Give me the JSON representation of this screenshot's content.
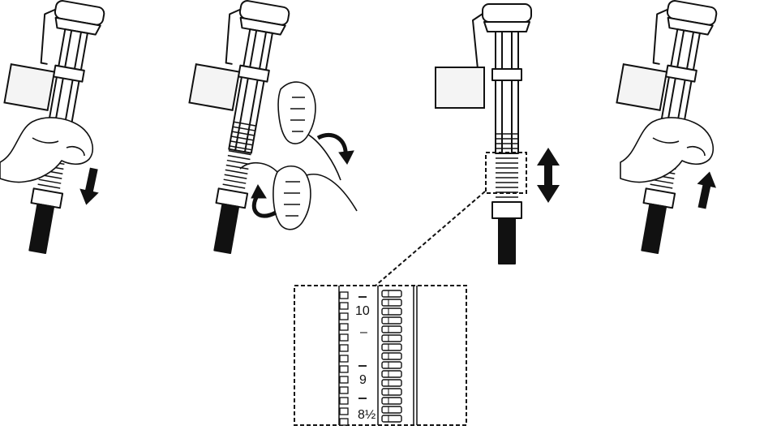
{
  "diagram": {
    "steps": [
      {
        "id": 1,
        "action": "squeeze-clip-pull-down",
        "arrow": "down"
      },
      {
        "id": 2,
        "action": "twist-valve-body",
        "arrow": "rotate"
      },
      {
        "id": 3,
        "action": "adjust-height",
        "arrow": "up-down"
      },
      {
        "id": 4,
        "action": "squeeze-clip-push-up",
        "arrow": "up"
      }
    ],
    "scale": {
      "labels": [
        "10",
        "–",
        "9",
        "8½"
      ]
    },
    "colors": {
      "ink": "#111111",
      "background": "#ffffff",
      "float": "#f4f4f4"
    }
  }
}
